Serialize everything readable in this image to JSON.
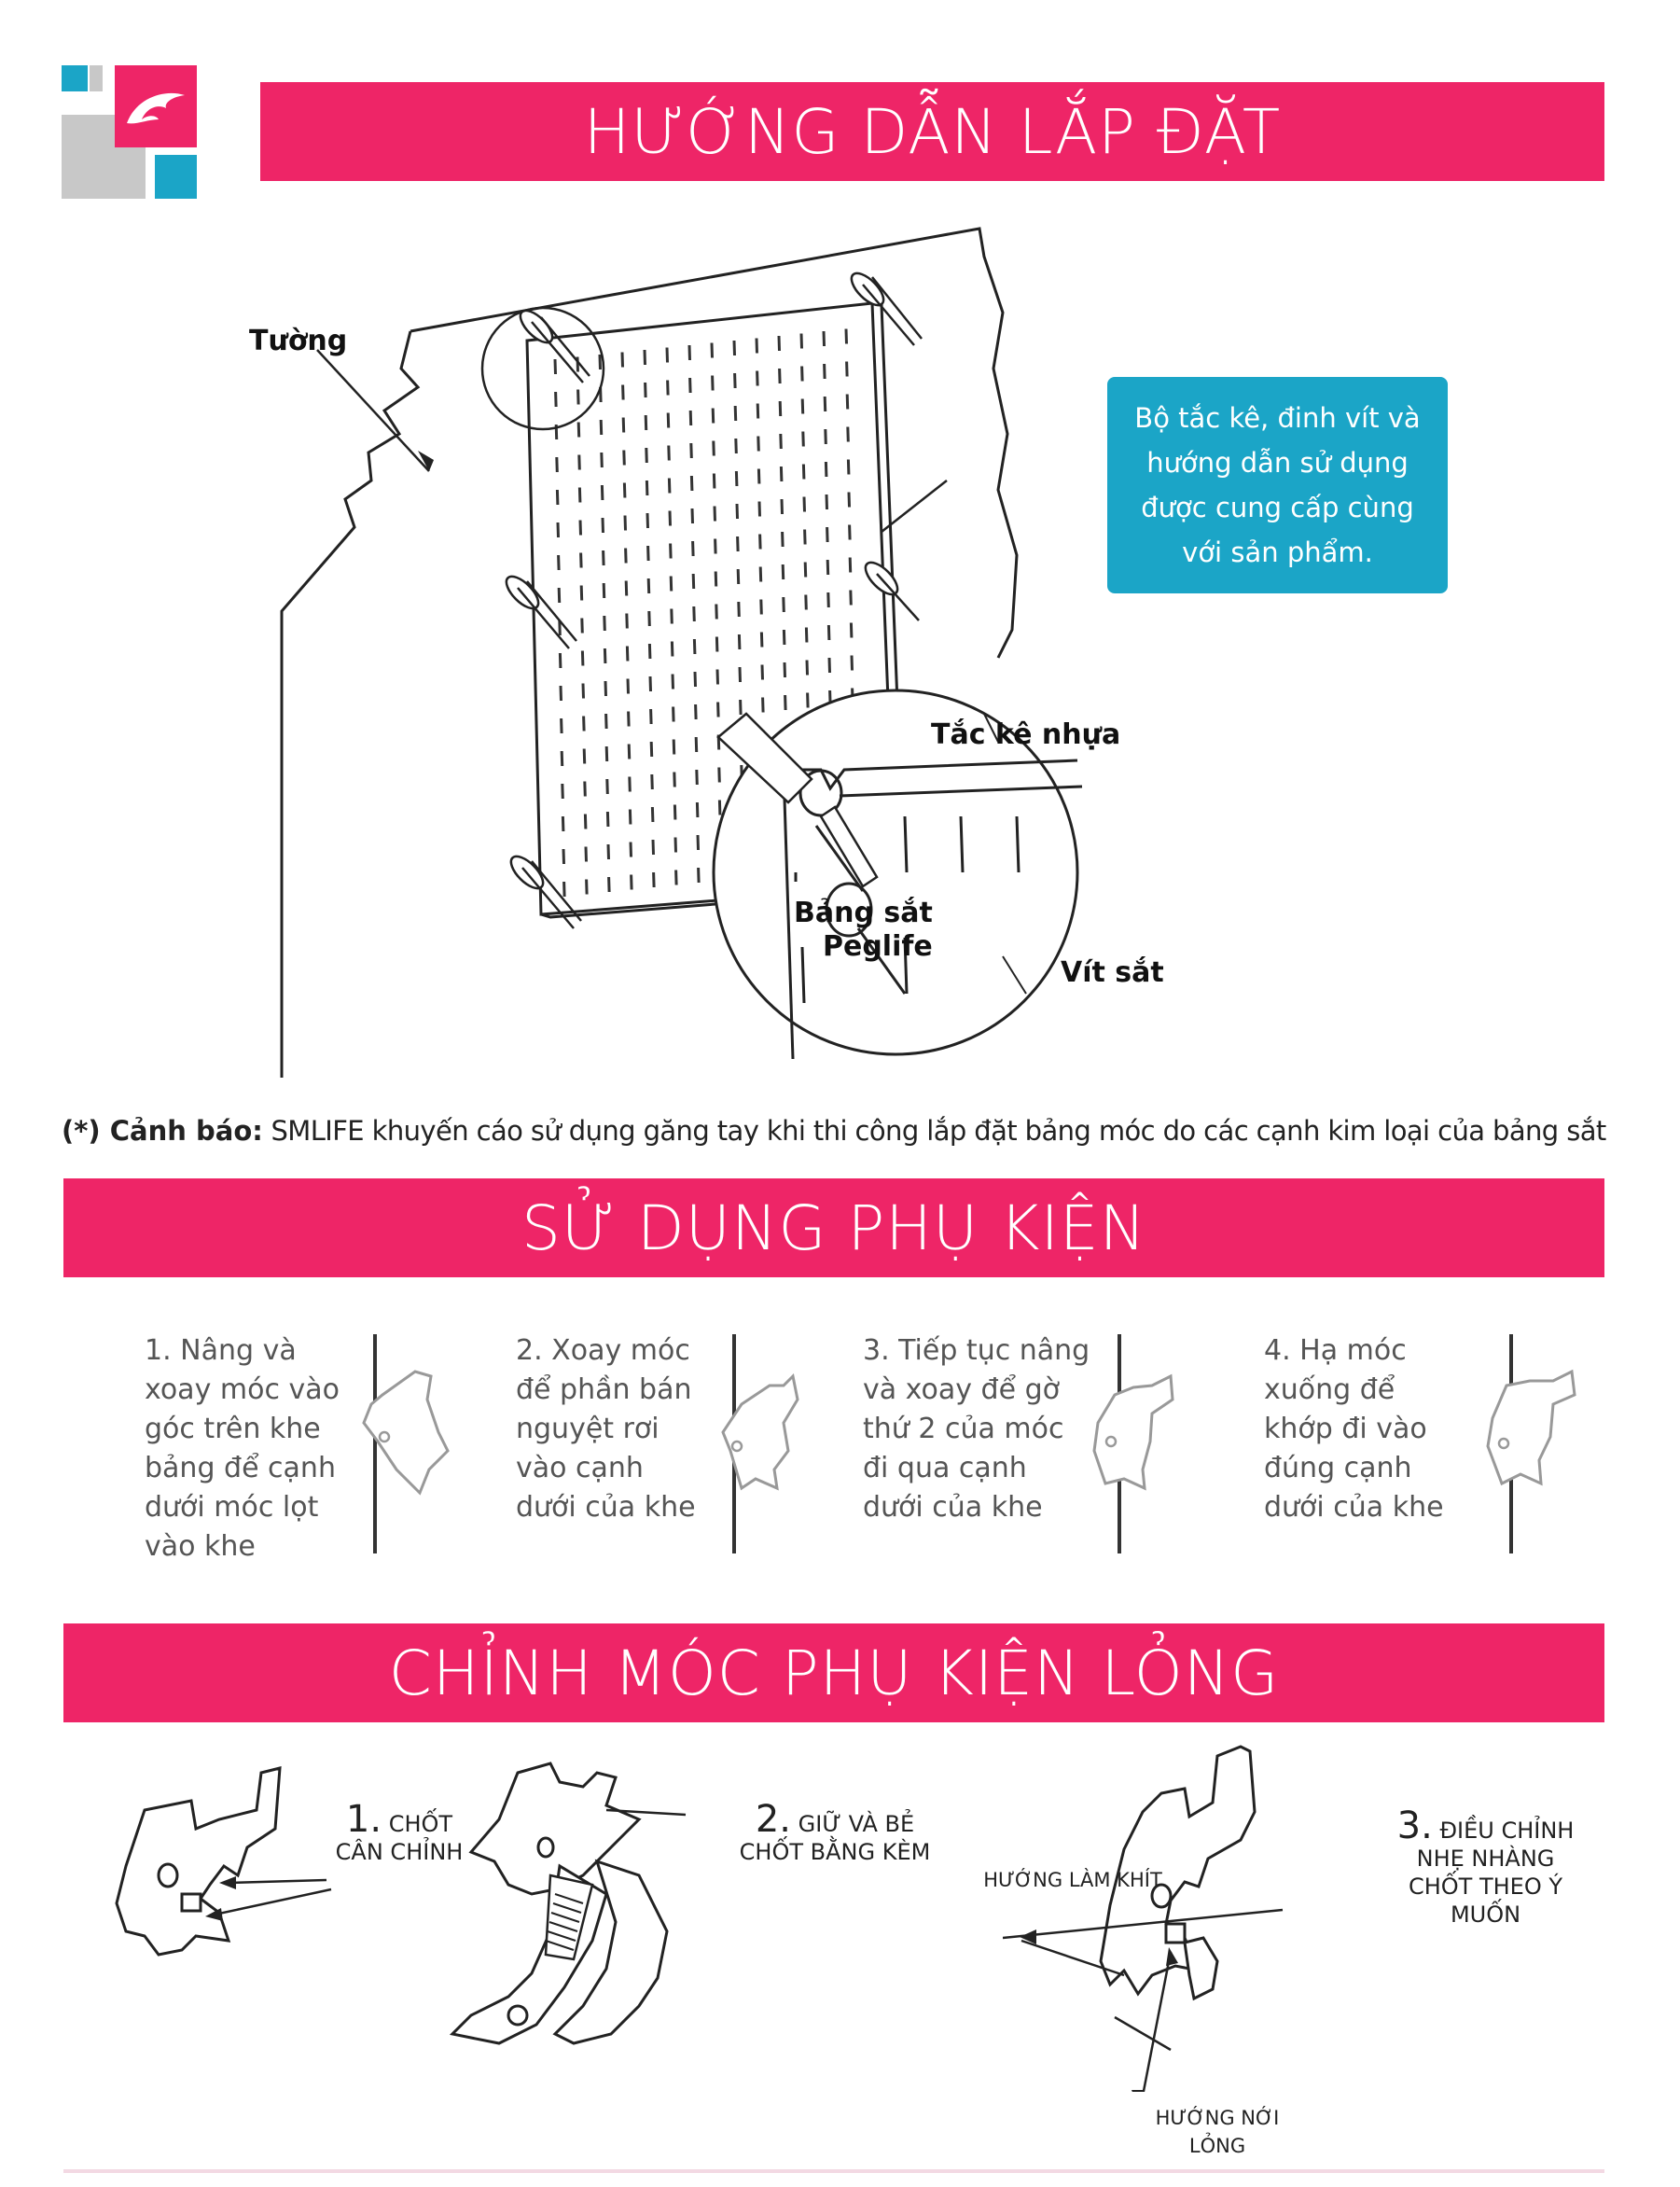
{
  "sections": {
    "install_title": "HƯỚNG DẪN LẮP ĐẶT",
    "use_title": "SỬ DỤNG PHỤ KIỆN",
    "adjust_title": "CHỈNH MÓC PHỤ KIỆN LỎNG"
  },
  "install": {
    "wall_label": "Tường",
    "anchor_label": "Tắc kê nhựa",
    "board_label_1": "Bảng sắt",
    "board_label_2": "Peglife",
    "screw_label": "Vít sắt",
    "info_lines": [
      "Bộ tắc kê, đinh vít và",
      "hướng dẫn sử dụng",
      "được cung cấp cùng",
      "với sản phẩm."
    ]
  },
  "warning": {
    "prefix": "(*) Cảnh báo:",
    "text": " SMLIFE khuyến cáo sử dụng găng tay khi thi công lắp đặt bảng móc do các cạnh kim loại của bảng sắt"
  },
  "steps": [
    {
      "lines": [
        "1. Nâng và",
        "xoay móc vào",
        "góc trên khe",
        "bảng để cạnh",
        "dưới móc lọt",
        "vào khe"
      ]
    },
    {
      "lines": [
        "2. Xoay móc",
        "để phần bán",
        "nguyệt rơi",
        "vào cạnh",
        "dưới của khe"
      ]
    },
    {
      "lines": [
        "3. Tiếp tục nâng",
        "và xoay để gờ",
        "thứ 2 của móc",
        "đi qua cạnh",
        "dưới của khe"
      ]
    },
    {
      "lines": [
        "4. Hạ móc",
        "xuống để",
        "khớp đi vào",
        "đúng cạnh",
        "dưới của khe"
      ]
    }
  ],
  "adjust": {
    "c1_num": "1.",
    "c1_a": "CHỐT",
    "c1_b": "CÂN CHỈNH",
    "c2_num": "2.",
    "c2_a": "GIỮ VÀ BẺ",
    "c2_b": "CHỐT BẰNG KÈM",
    "c3_num": "3.",
    "c3_a": "ĐIỀU CHỈNH",
    "c3_b": "NHẸ NHÀNG",
    "c3_c": "CHỐT THEO Ý",
    "c3_d": "MUỐN",
    "fit_dir": "HƯỚNG LÀM KHÍT",
    "loose_a": "HƯỚNG NỚI",
    "loose_b": "LỎNG"
  },
  "colors": {
    "brand_pink": "#ee2567",
    "info_blue": "#1ba5c7",
    "logo_gray": "#c8c8c8",
    "logo_blue": "#1ba5c7"
  }
}
